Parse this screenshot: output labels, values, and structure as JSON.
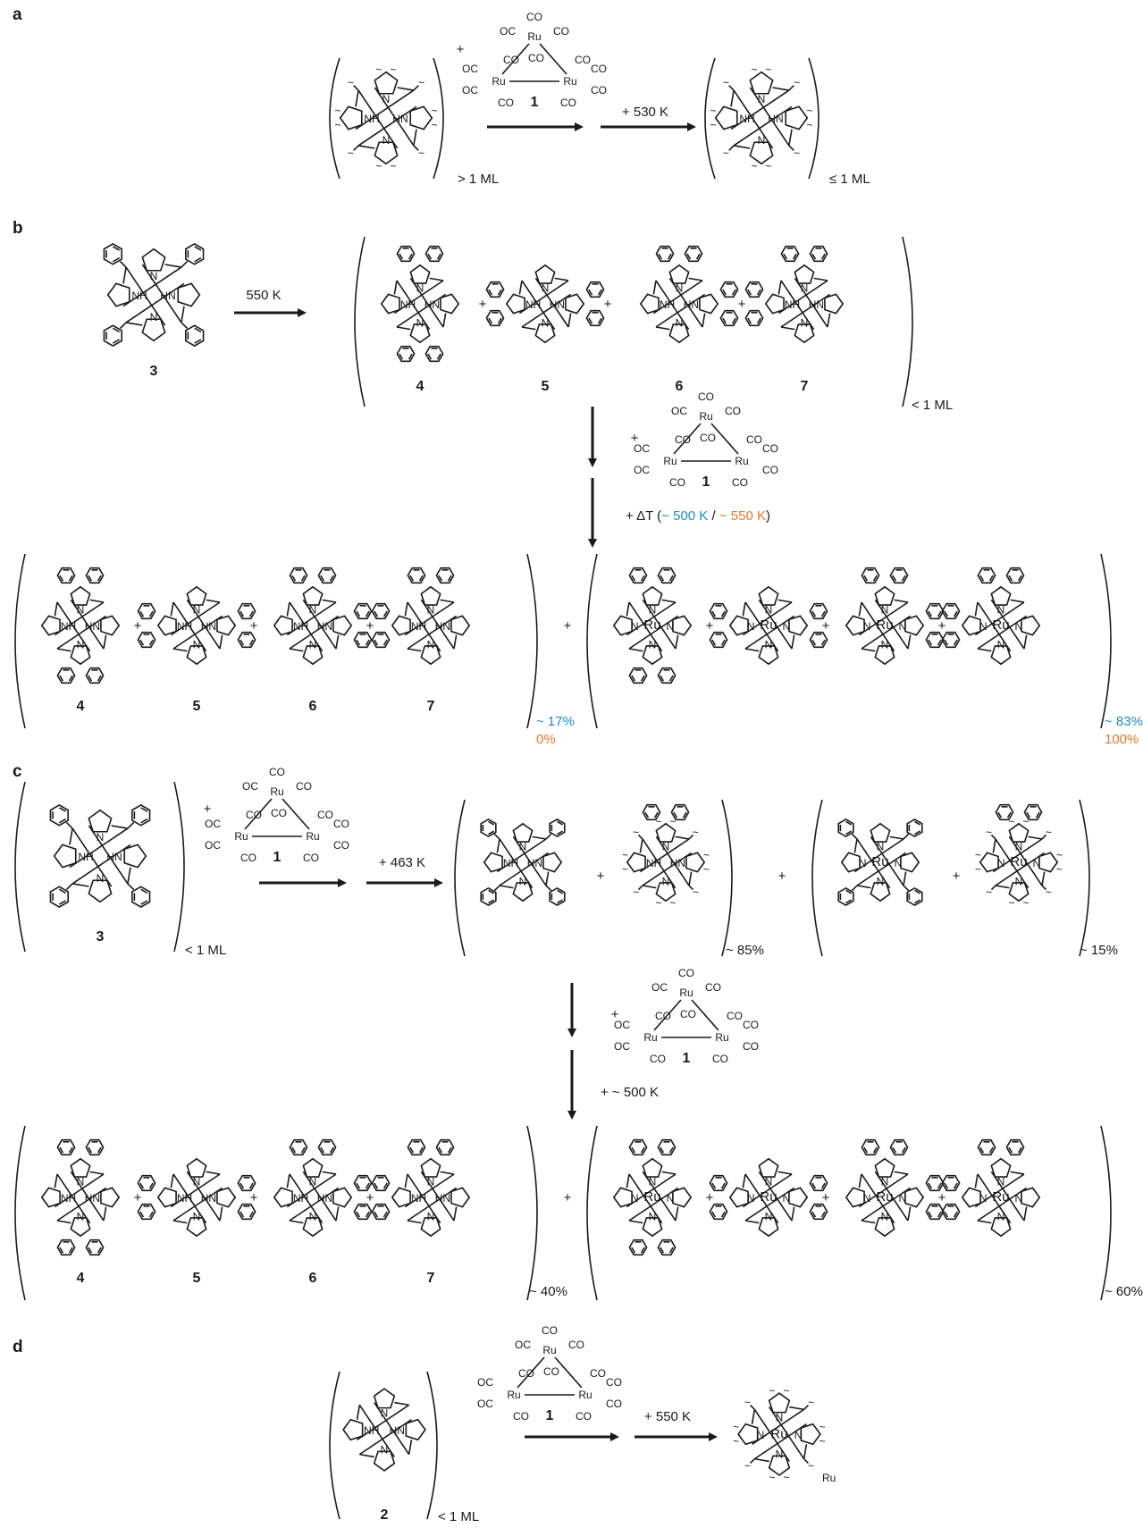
{
  "panels": {
    "a": {
      "letter": "a",
      "reactant_coverage": "> 1 ML",
      "reagent_number": "1",
      "temperature": "+ 530 K",
      "product_coverage": "≤ 1 ML"
    },
    "b": {
      "letter": "b",
      "start_number": "3",
      "temperature": "550 K",
      "products": [
        "4",
        "5",
        "6",
        "7"
      ],
      "coverage": "< 1 ML",
      "reagent_number": "1",
      "anneal_prefix": "+ ΔT (",
      "anneal_blue": "~ 500 K",
      "anneal_sep": " / ",
      "anneal_orange": "~ 550 K",
      "anneal_suffix": ")",
      "free_base_blue": "~ 17%",
      "free_base_orange": "0%",
      "metalated_blue": "~ 83%",
      "metalated_orange": "100%"
    },
    "c": {
      "letter": "c",
      "start_number": "3",
      "start_coverage": "< 1 ML",
      "reagent_number": "1",
      "temperature": "+ 463 K",
      "group1_percent": "~ 85%",
      "group2_percent": "~ 15%",
      "anneal": "+ ~ 500 K",
      "products": [
        "4",
        "5",
        "6",
        "7"
      ],
      "free_base_percent": "~ 40%",
      "metalated_percent": "~ 60%"
    },
    "d": {
      "letter": "d",
      "start_number": "2",
      "start_coverage": "< 1 ML",
      "reagent_number": "1",
      "temperature": "+ 550 K",
      "adatom": "Ru"
    }
  },
  "cluster_labels": {
    "co": "CO",
    "oc": "OC",
    "ru": "Ru"
  },
  "molecule_labels": {
    "nh": "NH",
    "hn": "HN",
    "n": "N",
    "ru_center": "Ru",
    "plus": "+"
  },
  "colors": {
    "ink": "#1a1a1a",
    "blue": "#1f8bc4",
    "orange": "#e8742a"
  }
}
